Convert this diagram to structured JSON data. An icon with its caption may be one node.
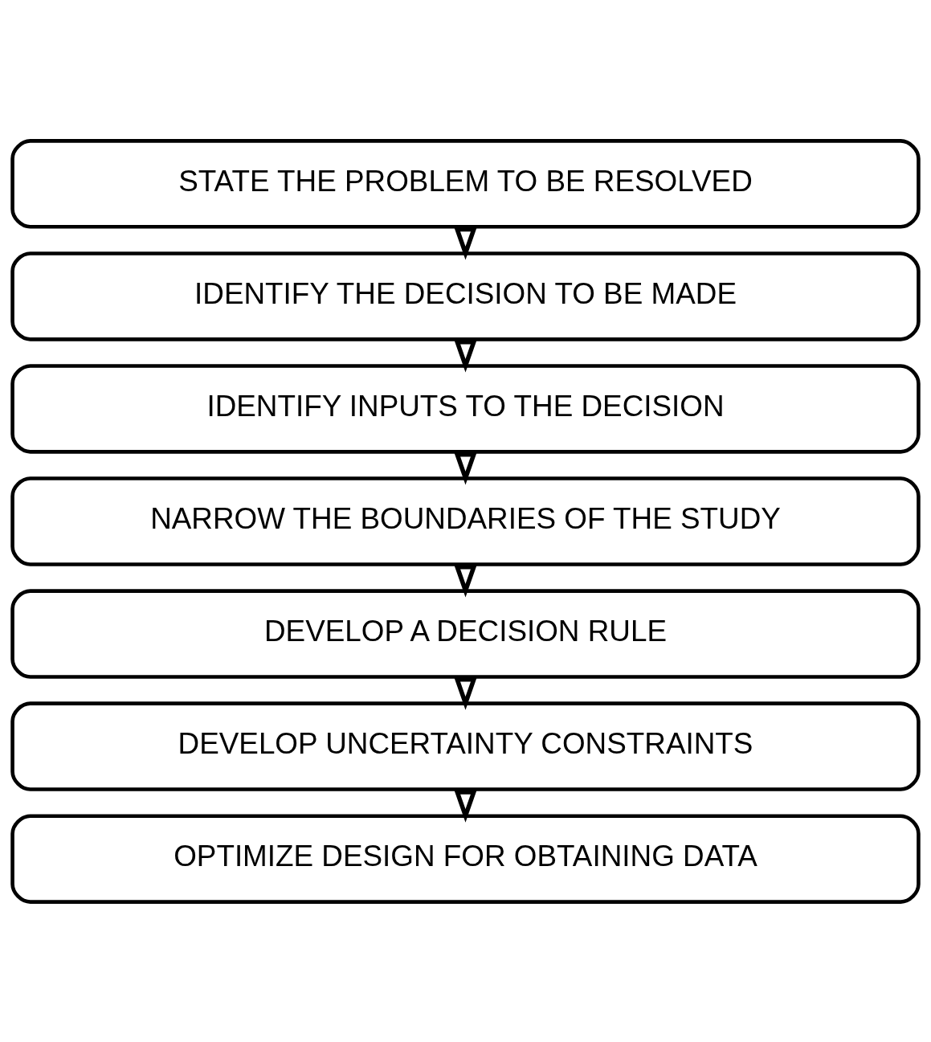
{
  "diagram": {
    "nodes": [
      {
        "text": [
          "STATE THE PROBLEM TO BE RESOLVED"
        ]
      },
      {
        "text": [
          "IDENTIFY THE DECISION TO BE MADE"
        ]
      },
      {
        "text": [
          "IDENTIFY INPUTS TO THE DECISION"
        ]
      },
      {
        "text": [
          "NARROW THE BOUNDARIES OF THE STUDY"
        ]
      },
      {
        "text": [
          "DEVELOP A DECISION RULE"
        ]
      },
      {
        "text": [
          "DEVELOP UNCERTAINTY CONSTRAINTS"
        ]
      },
      {
        "text": [
          "OPTIMIZE DESIGN FOR OBTAINING DATA"
        ]
      }
    ],
    "edges": [
      {
        "from": 0,
        "to": 1,
        "arrow": "to"
      },
      {
        "from": 1,
        "to": 2,
        "arrow": "to"
      },
      {
        "from": 2,
        "to": 3,
        "arrow": "to"
      },
      {
        "from": 3,
        "to": 4,
        "arrow": "to"
      },
      {
        "from": 4,
        "to": 5,
        "arrow": "to"
      },
      {
        "from": 5,
        "to": 6,
        "arrow": "to"
      }
    ]
  }
}
